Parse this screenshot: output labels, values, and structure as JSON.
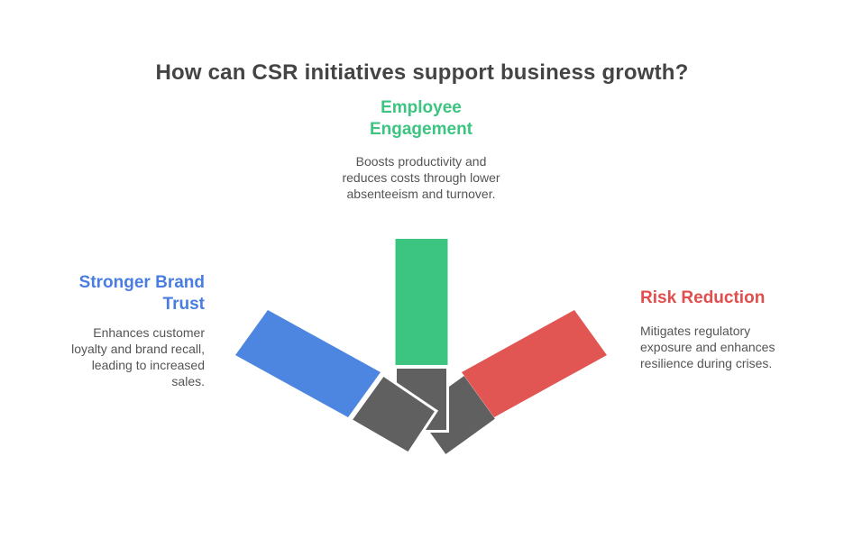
{
  "title": "How can CSR initiatives support business growth?",
  "colors": {
    "title_text": "#444444",
    "body_text": "#545454",
    "gray_segment": "#606060",
    "seam": "#ffffff",
    "background": "#ffffff"
  },
  "sections": {
    "center": {
      "heading": "Employee Engagement",
      "description": "Boosts productivity and reduces costs through lower absenteeism and turnover.",
      "heading_color": "#3cc481",
      "bar_color": "#3cc481"
    },
    "left": {
      "heading": "Stronger Brand Trust",
      "description": "Enhances customer loyalty and brand recall, leading to increased sales.",
      "heading_color": "#4a7de1",
      "bar_color": "#4d86e0"
    },
    "right": {
      "heading": "Risk Reduction",
      "description": "Mitigates regulatory exposure and enhances resilience during crises.",
      "heading_color": "#e04f4d",
      "bar_color": "#e15653"
    }
  }
}
